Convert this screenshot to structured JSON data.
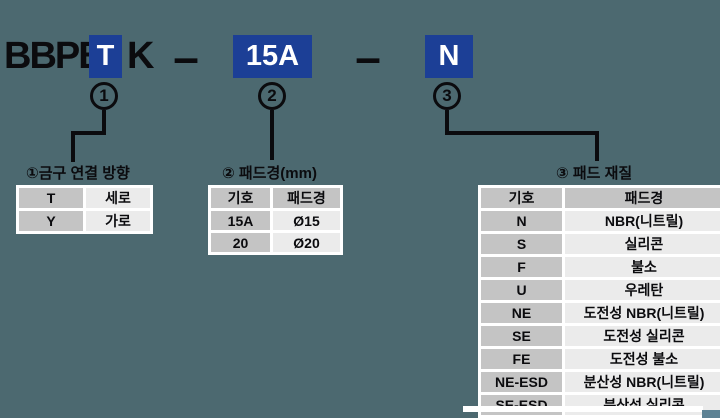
{
  "code": {
    "prefix": "BBPB",
    "segment1": "T",
    "suffix": "K",
    "separator": "–",
    "segment2": "15A",
    "segment3": "N"
  },
  "callouts": {
    "one": "1",
    "two": "2",
    "three": "3"
  },
  "tables": [
    {
      "title": "①금구 연결 방향",
      "rows": [
        [
          "T",
          "세로"
        ],
        [
          "Y",
          "가로"
        ]
      ]
    },
    {
      "title": "② 패드경(mm)",
      "headers": [
        "기호",
        "패드경"
      ],
      "rows": [
        [
          "15A",
          "Ø15"
        ],
        [
          "20",
          "Ø20"
        ]
      ]
    },
    {
      "title": "③ 패드 재질",
      "headers": [
        "기호",
        "패드경"
      ],
      "rows": [
        [
          "N",
          "NBR(니트릴)"
        ],
        [
          "S",
          "실리콘"
        ],
        [
          "F",
          "불소"
        ],
        [
          "U",
          "우레탄"
        ],
        [
          "NE",
          "도전성 NBR(니트릴)"
        ],
        [
          "SE",
          "도전성 실리콘"
        ],
        [
          "FE",
          "도전성 불소"
        ],
        [
          "NE-ESD",
          "분산성 NBR(니트릴)"
        ],
        [
          "SE-ESD",
          "분산성 실리콘"
        ]
      ]
    }
  ],
  "colors": {
    "background": "#4C6970",
    "accent_blue": "#1C3F96",
    "ink": "#0B0B0E",
    "cell_gray": "#C4C4C4",
    "cell_light": "#EBEBEB",
    "table_frame": "#FFFFFF",
    "bottom_strip": "#5D8294"
  }
}
